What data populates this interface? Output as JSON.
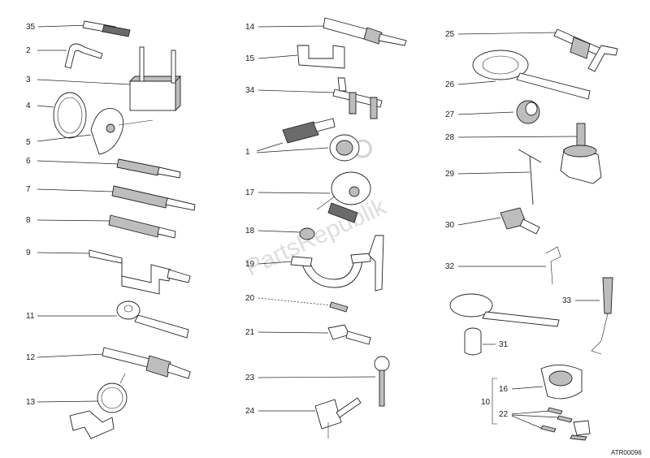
{
  "labels": {
    "l35": "35",
    "l2": "2",
    "l3": "3",
    "l4": "4",
    "l5": "5",
    "l6": "6",
    "l7": "7",
    "l8": "8",
    "l9": "9",
    "l11": "11",
    "l12": "12",
    "l13": "13",
    "l14": "14",
    "l15": "15",
    "l34": "34",
    "l1": "1",
    "l17": "17",
    "l18": "18",
    "l19": "19",
    "l20": "20",
    "l21": "21",
    "l23": "23",
    "l24": "24",
    "l25": "25",
    "l26": "26",
    "l27": "27",
    "l28": "28",
    "l29": "29",
    "l30": "30",
    "l32": "32",
    "l33": "33",
    "l31": "31",
    "l16": "16",
    "l10": "10",
    "l22": "22"
  },
  "reference_code": "ATR00096",
  "watermark": "PartsRepublik"
}
